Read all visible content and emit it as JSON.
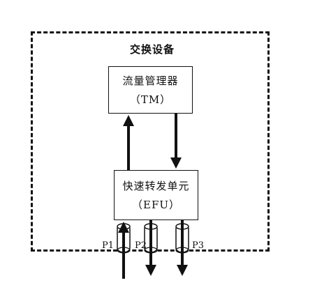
{
  "diagram": {
    "device_label": "交换设备",
    "tm_box": {
      "name_line": "流量管理器",
      "abbr_line": "（TM）"
    },
    "efu_box": {
      "name_line": "快速转发单元",
      "abbr_line": "（EFU）"
    },
    "ports": [
      {
        "label": "P1",
        "direction": "in"
      },
      {
        "label": "P2",
        "direction": "out"
      },
      {
        "label": "P3",
        "direction": "out"
      }
    ],
    "links": [
      {
        "from": "快速转发单元",
        "to": "流量管理器"
      },
      {
        "from": "流量管理器",
        "to": "快速转发单元"
      }
    ]
  }
}
